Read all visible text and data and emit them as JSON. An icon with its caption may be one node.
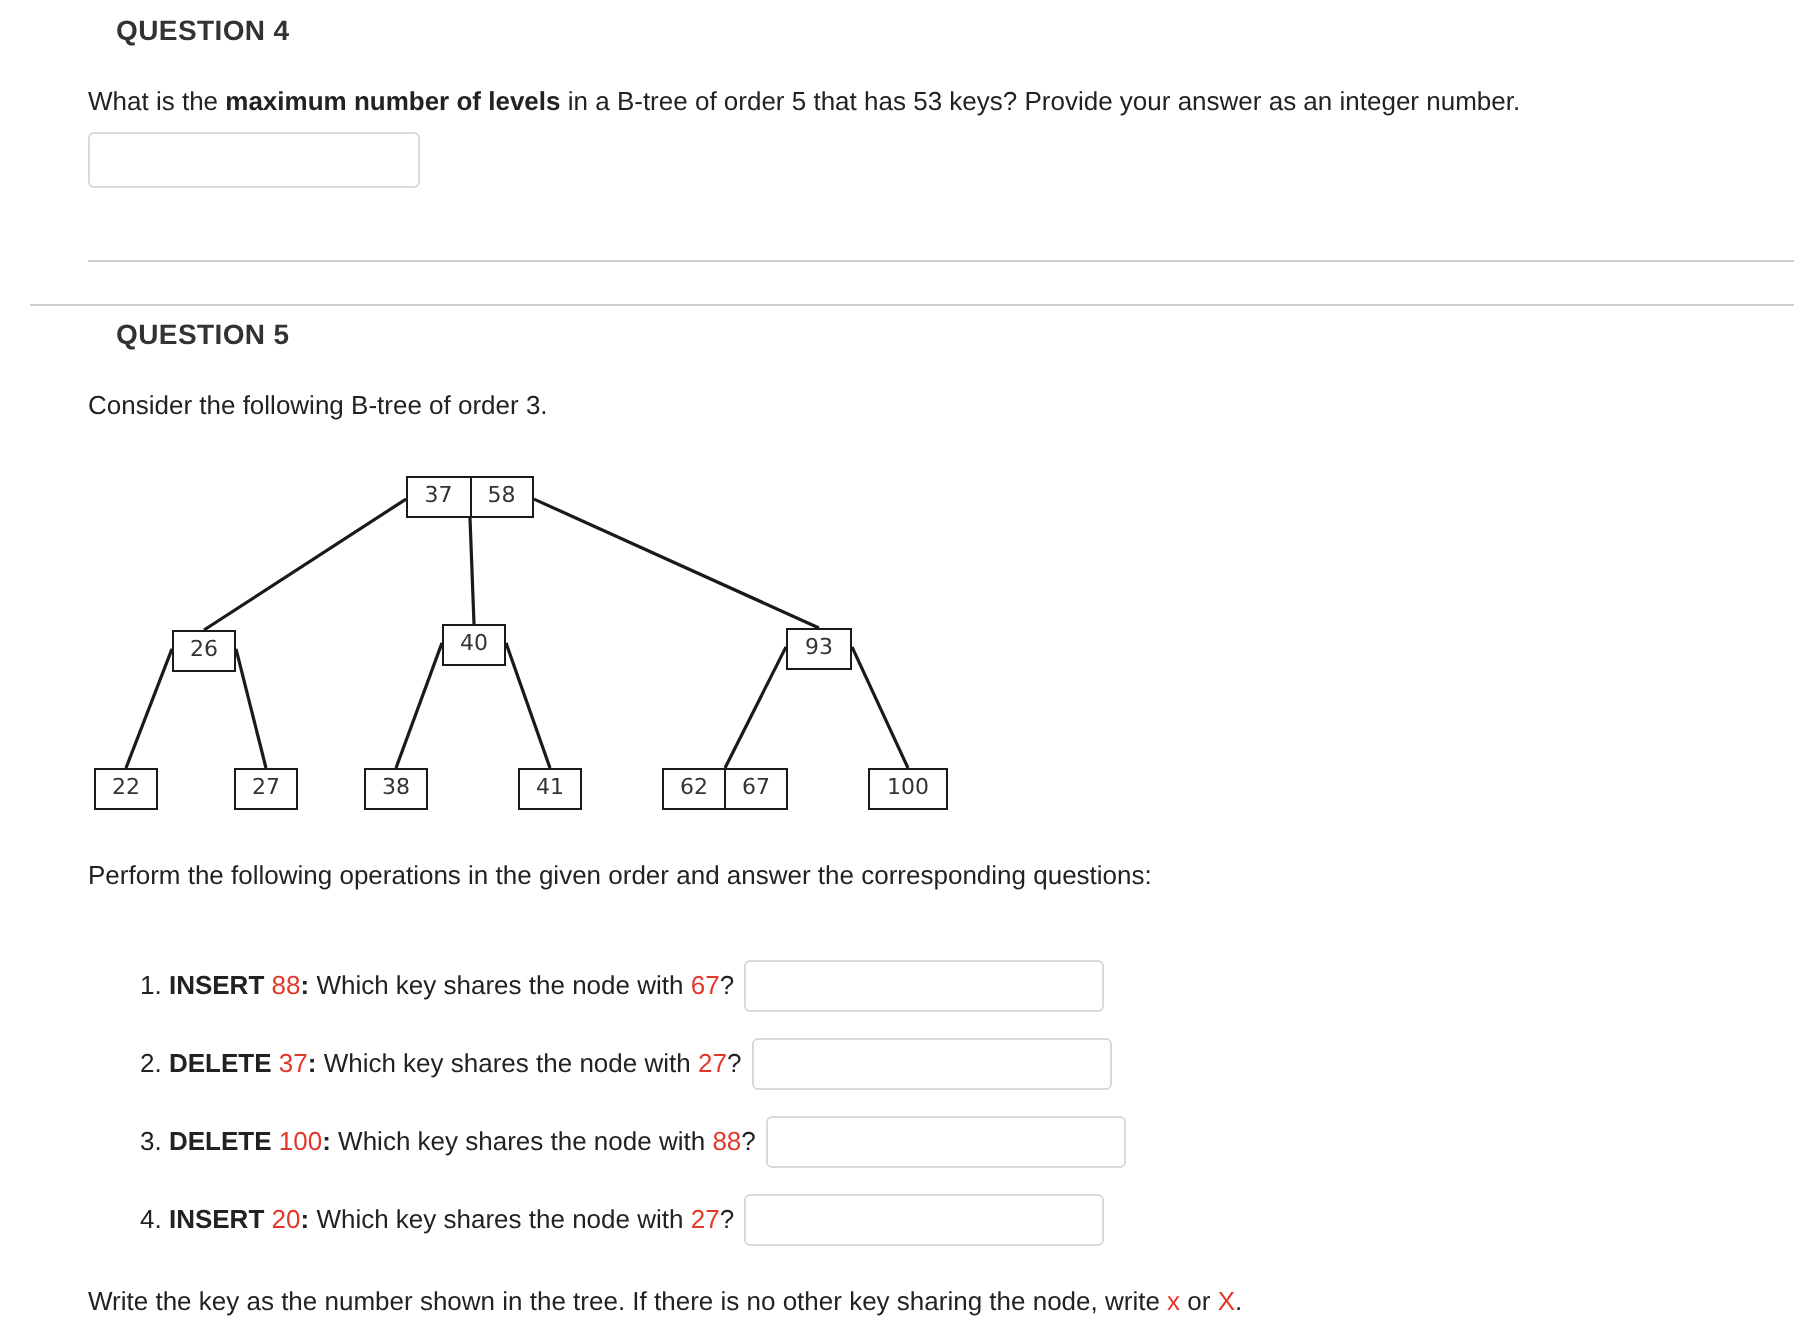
{
  "diagram": {
    "nodes": [
      {
        "text": [
          "37",
          "58"
        ]
      },
      {
        "text": [
          "26"
        ]
      },
      {
        "text": [
          "40"
        ]
      },
      {
        "text": [
          "93"
        ]
      },
      {
        "text": [
          "22"
        ]
      },
      {
        "text": [
          "27"
        ]
      },
      {
        "text": [
          "38"
        ]
      },
      {
        "text": [
          "41"
        ]
      },
      {
        "text": [
          "62",
          "67"
        ]
      },
      {
        "text": [
          "100"
        ]
      }
    ],
    "edges": [
      {
        "from": 0,
        "to": 1,
        "arrow": "none"
      },
      {
        "from": 0,
        "to": 2,
        "arrow": "none"
      },
      {
        "from": 0,
        "to": 3,
        "arrow": "none"
      },
      {
        "from": 1,
        "to": 4,
        "arrow": "none"
      },
      {
        "from": 1,
        "to": 5,
        "arrow": "none"
      },
      {
        "from": 2,
        "to": 6,
        "arrow": "none"
      },
      {
        "from": 2,
        "to": 7,
        "arrow": "none"
      },
      {
        "from": 3,
        "to": 8,
        "arrow": "none"
      },
      {
        "from": 3,
        "to": 9,
        "arrow": "none"
      }
    ],
    "labels": [
      "QUESTION 4",
      "What is the **maximum number of levels** in a B-tree of order 5 that has 53 keys? Provide your answer as an integer number.",
      "QUESTION 5",
      "Consider the following B-tree of order 3.",
      "Perform the following operations in the given order and answer the corresponding questions:",
      "1. **INSERT** 88**:** Which key shares the node with 67?",
      "2. **DELETE** 37**:** Which key shares the node with 27?",
      "3. **DELETE** 100**:** Which key shares the node with 88?",
      "4. **INSERT** 20**:** Which key shares the node with 27?",
      "Write the key as the number shown in the tree. If there is no other key sharing the node, write x or X."
    ]
  }
}
